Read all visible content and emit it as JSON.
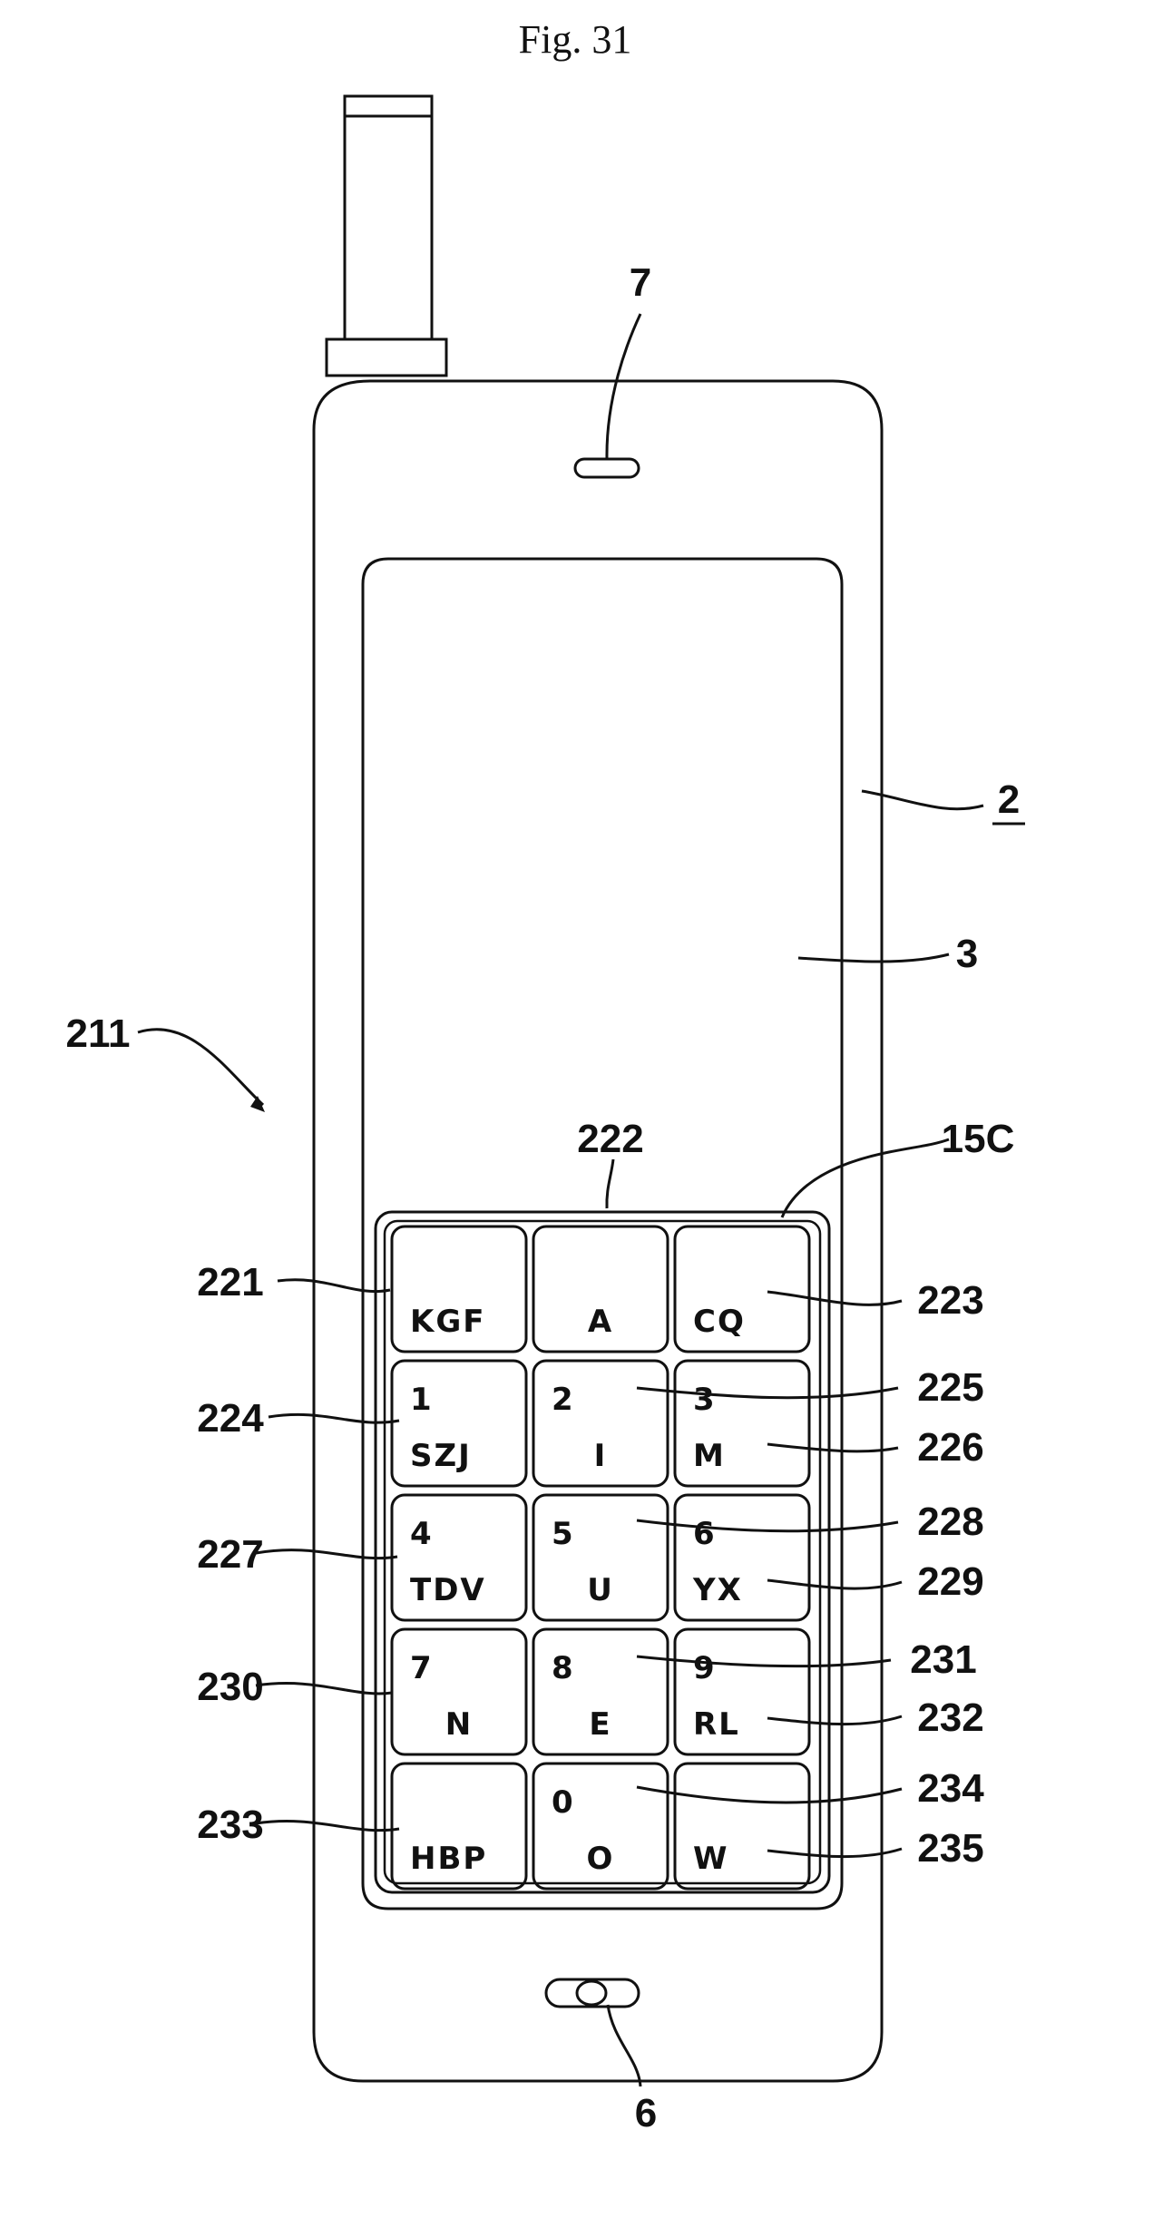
{
  "figure": {
    "title": "Fig. 31"
  },
  "refs": {
    "earpiece": "7",
    "body": "2",
    "display": "3",
    "device": "211",
    "keypad": "15C",
    "microphone": "6"
  },
  "keys": [
    {
      "ref": "221",
      "number": "",
      "letters": "KGF"
    },
    {
      "ref": "222",
      "number": "",
      "letters": "A"
    },
    {
      "ref": "223",
      "number": "",
      "letters": "CQ"
    },
    {
      "ref": "224",
      "number": "1",
      "letters": "SZJ"
    },
    {
      "ref": "225",
      "number": "2",
      "letters": "I"
    },
    {
      "ref": "226",
      "number": "3",
      "letters": "M"
    },
    {
      "ref": "227",
      "number": "4",
      "letters": "TDV"
    },
    {
      "ref": "228",
      "number": "5",
      "letters": "U"
    },
    {
      "ref": "229",
      "number": "6",
      "letters": "YX"
    },
    {
      "ref": "230",
      "number": "7",
      "letters": "N"
    },
    {
      "ref": "231",
      "number": "8",
      "letters": "E"
    },
    {
      "ref": "232",
      "number": "9",
      "letters": "RL"
    },
    {
      "ref": "233",
      "number": "",
      "letters": "HBP"
    },
    {
      "ref": "234",
      "number": "0",
      "letters": "O"
    },
    {
      "ref": "235",
      "number": "",
      "letters": "W"
    }
  ]
}
